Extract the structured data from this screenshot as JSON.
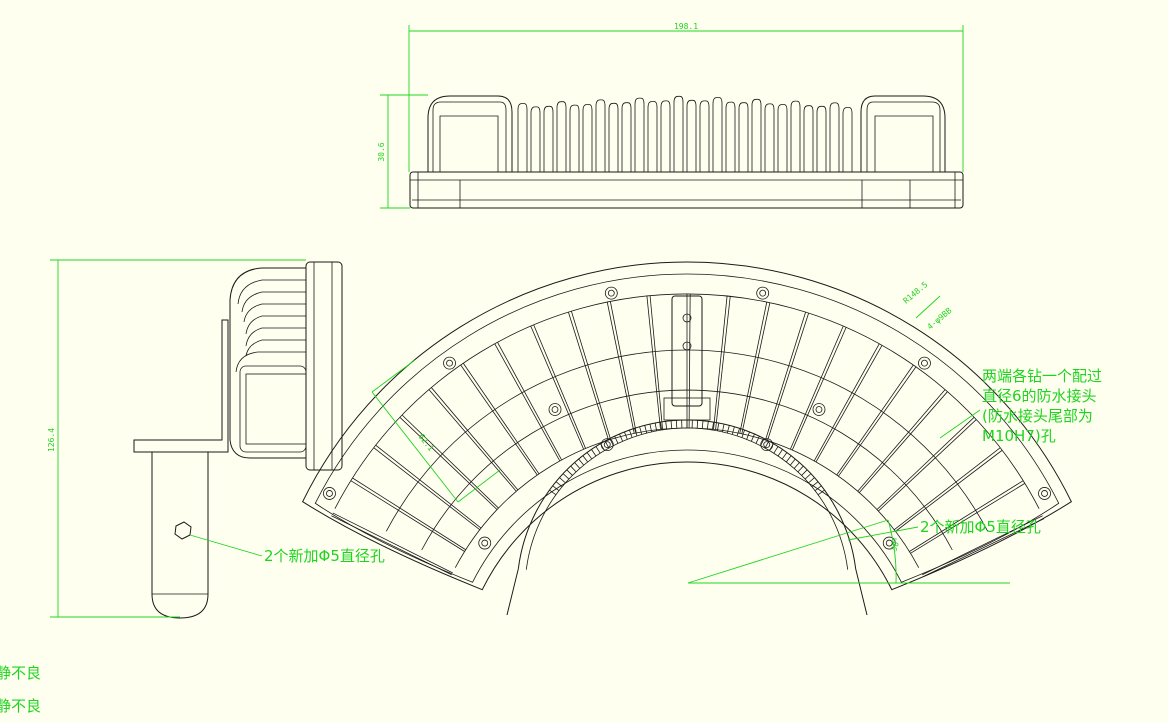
{
  "dimensions": {
    "top_width": "198.1",
    "top_height": "30.6",
    "side_height": "126.4",
    "arc_width": "62.1",
    "angle": "30°",
    "callout_r": "R148.5",
    "callout_small": "4-φ9BB"
  },
  "notes": {
    "drill_holes_lines": [
      "两端各钻一个配过",
      "直径6的防水接头",
      "(防水接头尾部为",
      "M10H7)孔"
    ],
    "new_hole_left": "2个新加Φ5直径孔",
    "new_hole_right": "2个新加Φ5直径孔"
  },
  "side_notes": [
    "静不良",
    "静不良"
  ]
}
